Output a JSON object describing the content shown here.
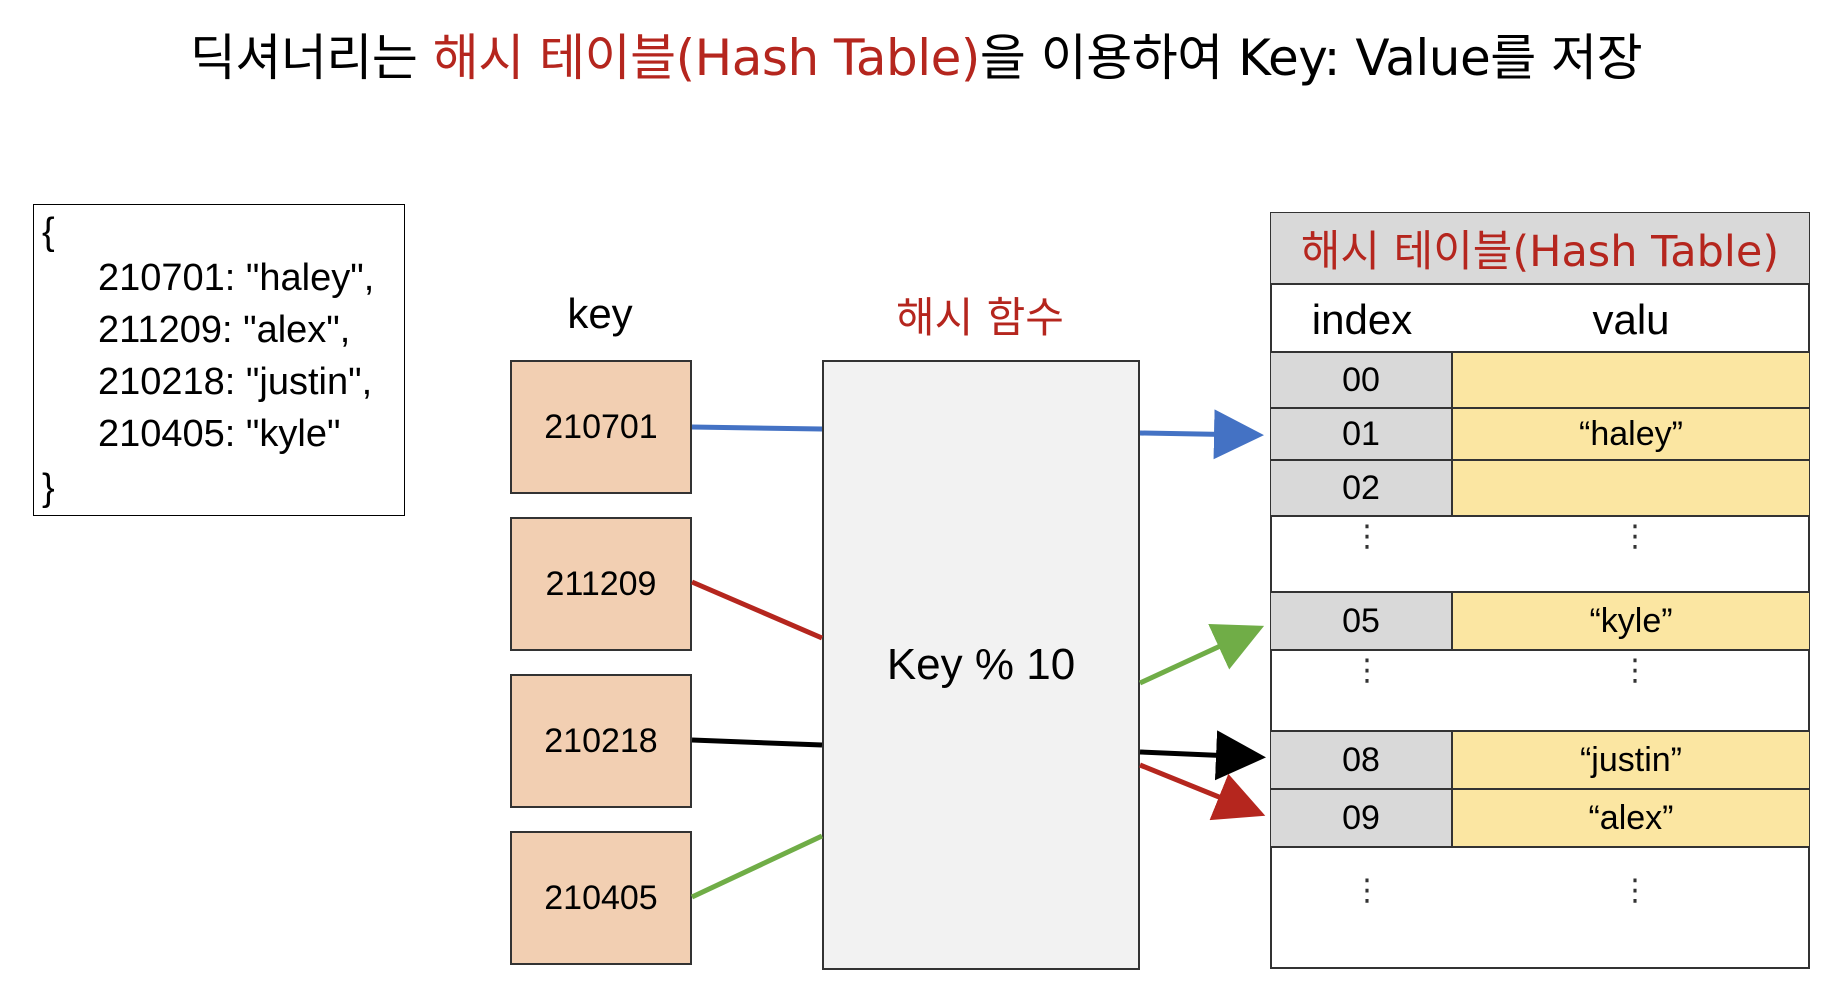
{
  "title": {
    "part1": "딕셔너리는 ",
    "red": "해시 테이블(Hash Table)",
    "part2": "을 이용하여 Key: Value를 저장"
  },
  "dict": {
    "open": "{",
    "lines": [
      "210701: \"haley\",",
      "211209: \"alex\",",
      "210218: \"justin\",",
      "210405: \"kyle\""
    ],
    "close": "}"
  },
  "labels": {
    "key_header": "key",
    "hash_function": "해시 함수",
    "hash_formula": "Key % 10"
  },
  "keys": [
    "210701",
    "211209",
    "210218",
    "210405"
  ],
  "table": {
    "title": "해시 테이블(Hash Table)",
    "index_header": "index",
    "value_header": "valu",
    "rows": [
      {
        "index": "00",
        "value": ""
      },
      {
        "index": "01",
        "value": "“haley”"
      },
      {
        "index": "02",
        "value": ""
      },
      {
        "index": "05",
        "value": "“kyle”"
      },
      {
        "index": "08",
        "value": "“justin”"
      },
      {
        "index": "09",
        "value": "“alex”"
      }
    ],
    "ellipsis": "⋮"
  },
  "colors": {
    "accent_red": "#b5261e",
    "key_fill": "#f2cfb2",
    "value_fill": "#fbe6a2",
    "index_fill": "#d9d9d9",
    "arrow_blue": "#4472c4",
    "arrow_red": "#b5261e",
    "arrow_black": "#000000",
    "arrow_green": "#70ad47"
  }
}
